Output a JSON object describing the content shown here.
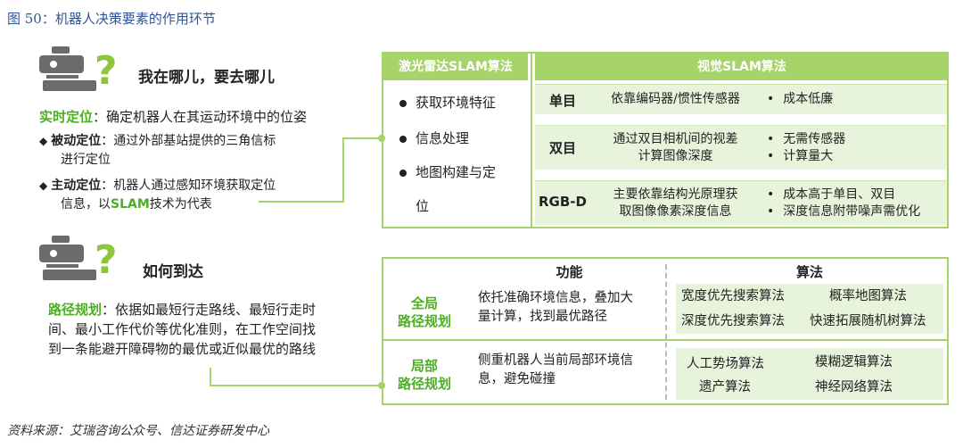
{
  "title": "图 50：机器人决策要素的作用环节",
  "source": "资料来源：艾瑞咨询公众号、信达证券研发中心",
  "localization": {
    "heading": "我在哪儿，要去哪儿",
    "key": "实时定位",
    "desc": "：确定机器人在其运动环境中的位姿",
    "passive_key": "被动定位",
    "passive_desc_1": "：通过外部基站提供的三角信标",
    "passive_desc_2": "进行定位",
    "active_key": "主动定位",
    "active_desc_1": "：机器人通过感知环境获取定位",
    "active_desc_2a": "信息，以",
    "active_desc_2b": "SLAM",
    "active_desc_2c": "技术为代表"
  },
  "navigation": {
    "heading": "如何到达",
    "key": "路径规划",
    "desc_1": "：依据如最短行走路线、最短行走时",
    "desc_2": "间、最小工作代价等优化准则，在工作空间找",
    "desc_3": "到一条能避开障碍物的最优或近似最优的路线"
  },
  "slam": {
    "laser_title": "激光雷达SLAM算法",
    "laser_items": [
      "获取环境特征",
      "信息处理",
      "地图构建与定",
      "位"
    ],
    "visual_title": "视觉SLAM算法",
    "visual_rows": [
      {
        "name": "单目",
        "desc": [
          "依靠编码器/惯性传感器"
        ],
        "features": [
          "成本低廉"
        ]
      },
      {
        "name": "双目",
        "desc": [
          "通过双目相机间的视差",
          "计算图像深度"
        ],
        "features": [
          "无需传感器",
          "计算量大"
        ]
      },
      {
        "name": "RGB-D",
        "desc": [
          "主要依靠结构光原理获",
          "取图像像素深度信息"
        ],
        "features": [
          "成本高于单目、双目",
          "深度信息附带噪声需优化"
        ]
      }
    ]
  },
  "path": {
    "col_func": "功能",
    "col_algo": "算法",
    "rows": [
      {
        "name": [
          "全局",
          "路径规划"
        ],
        "func": [
          "依托准确环境信息，叠加大",
          "量计算，找到最优路径"
        ],
        "algos": [
          "宽度优先搜索算法",
          "概率地图算法",
          "深度优先搜索算法",
          "快速拓展随机树算法"
        ]
      },
      {
        "name": [
          "局部",
          "路径规划"
        ],
        "func": [
          "侧重机器人当前局部环境信",
          "息，避免碰撞"
        ],
        "algos": [
          "人工势场算法",
          "模糊逻辑算法",
          "遗产算法",
          "神经网络算法"
        ]
      }
    ]
  },
  "colors": {
    "accent": "#a6d36a",
    "green_text": "#4caf22",
    "title_blue": "#2f5597",
    "robot_gray": "#6b6b6b",
    "question_green": "#8cc63f"
  },
  "icons": [
    "robot-question-icon",
    "robot-question-icon"
  ]
}
